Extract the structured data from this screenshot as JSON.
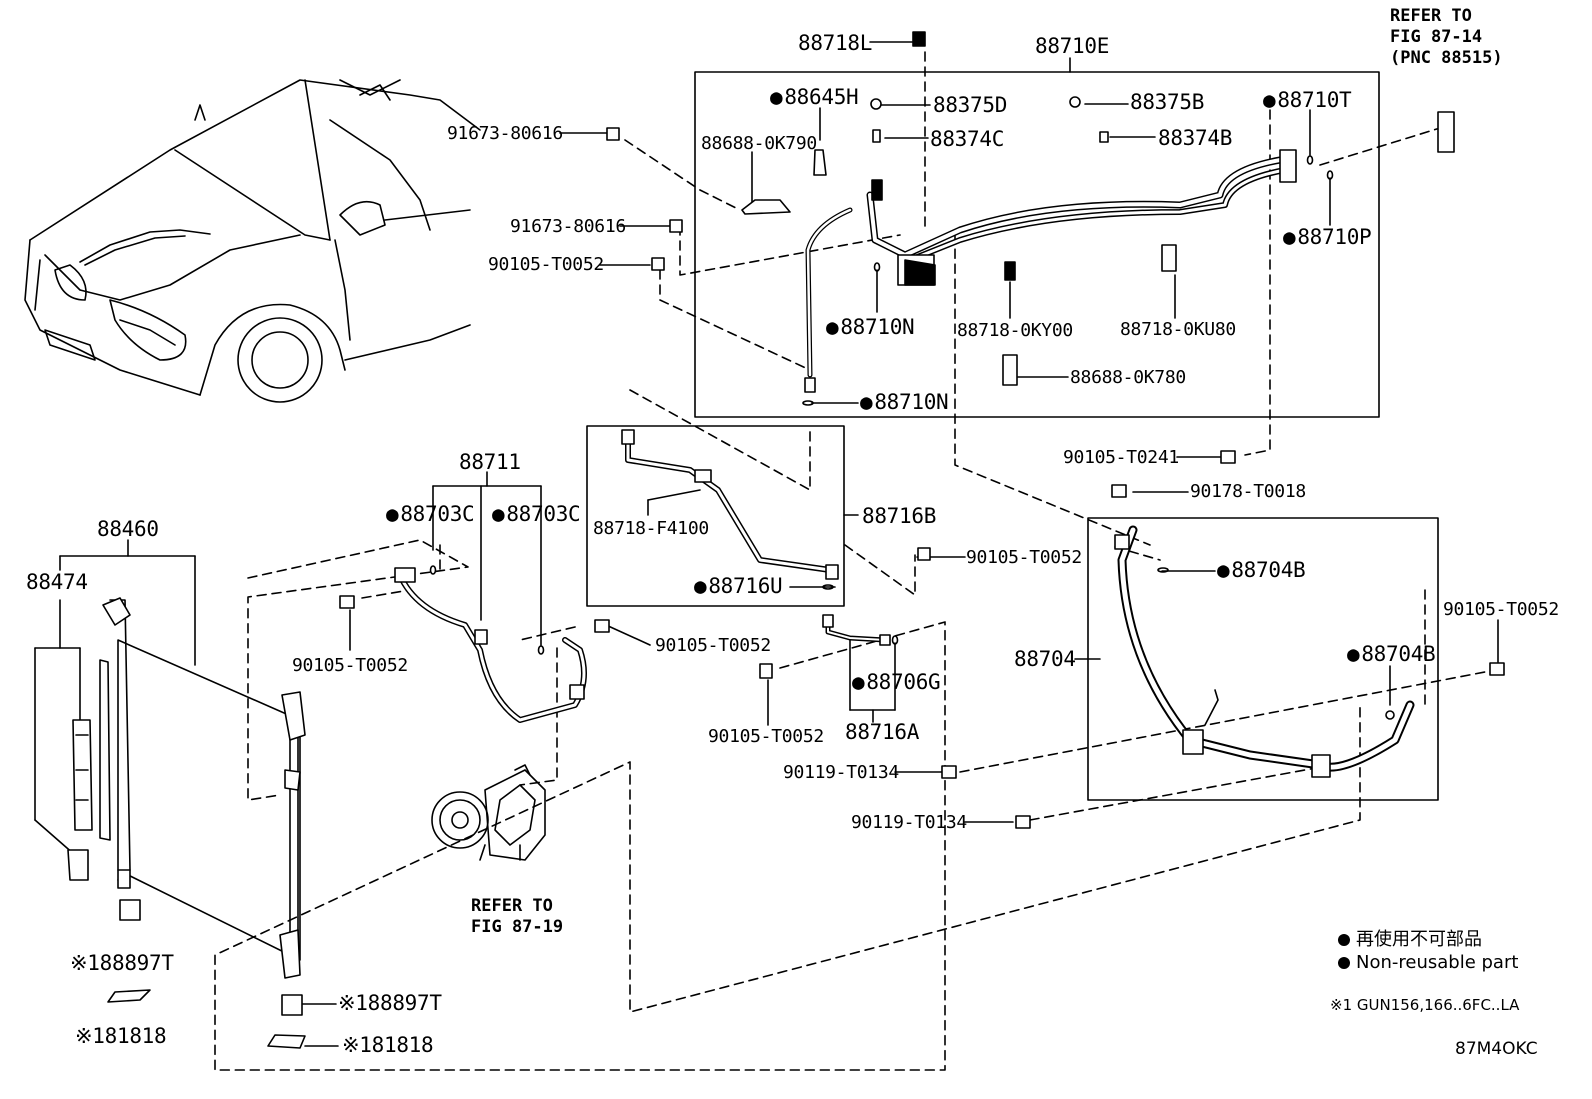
{
  "labels": {
    "p_88718L": "88718L",
    "p_88710E": "88710E",
    "p_88645H": "88645H",
    "p_88375D": "88375D",
    "p_88375B": "88375B",
    "p_88710T": "88710T",
    "p_88374C": "88374C",
    "p_88374B": "88374B",
    "p_91673a": "91673-80616",
    "p_88688_0K790": "88688-0K790",
    "p_91673b": "91673-80616",
    "p_88710P": "88710P",
    "p_90105_a": "90105-T0052",
    "p_88710N_a": "88710N",
    "p_88718_0KY00": "88718-0KY00",
    "p_88718_0KU80": "88718-0KU80",
    "p_88688_0K780": "88688-0K780",
    "p_88710N_b": "88710N",
    "p_90105_T0241": "90105-T0241",
    "p_88711": "88711",
    "p_88703C_a": "88703C",
    "p_88703C_b": "88703C",
    "p_88716B": "88716B",
    "p_90178": "90178-T0018",
    "p_88460": "88460",
    "p_88474": "88474",
    "p_88718_F4100": "88718-F4100",
    "p_90105_b": "90105-T0052",
    "p_88704B_a": "88704B",
    "p_88716U": "88716U",
    "p_90105_c": "90105-T0052",
    "p_90105_d": "90105-T0052",
    "p_90105_e": "90105-T0052",
    "p_88704": "88704",
    "p_88704B_b": "88704B",
    "p_88706G": "88706G",
    "p_90105_f": "90105-T0052",
    "p_88716A": "88716A",
    "p_90119_a": "90119-T0134",
    "p_90119_b": "90119-T0134",
    "p_188897T_a": "※188897T",
    "p_188897T_b": "※188897T",
    "p_181818_a": "※181818",
    "p_181818_b": "※181818"
  },
  "refer_top": "REFER TO\nFIG 87-14\n(PNC 88515)",
  "refer_compressor": "REFER TO\nFIG 87-19",
  "legend": {
    "jp": "再使用不可部品",
    "en": "Non-reusable part",
    "note": "※1 GUN156,166..6FC..LA"
  },
  "figure_code": "87M4OKC"
}
